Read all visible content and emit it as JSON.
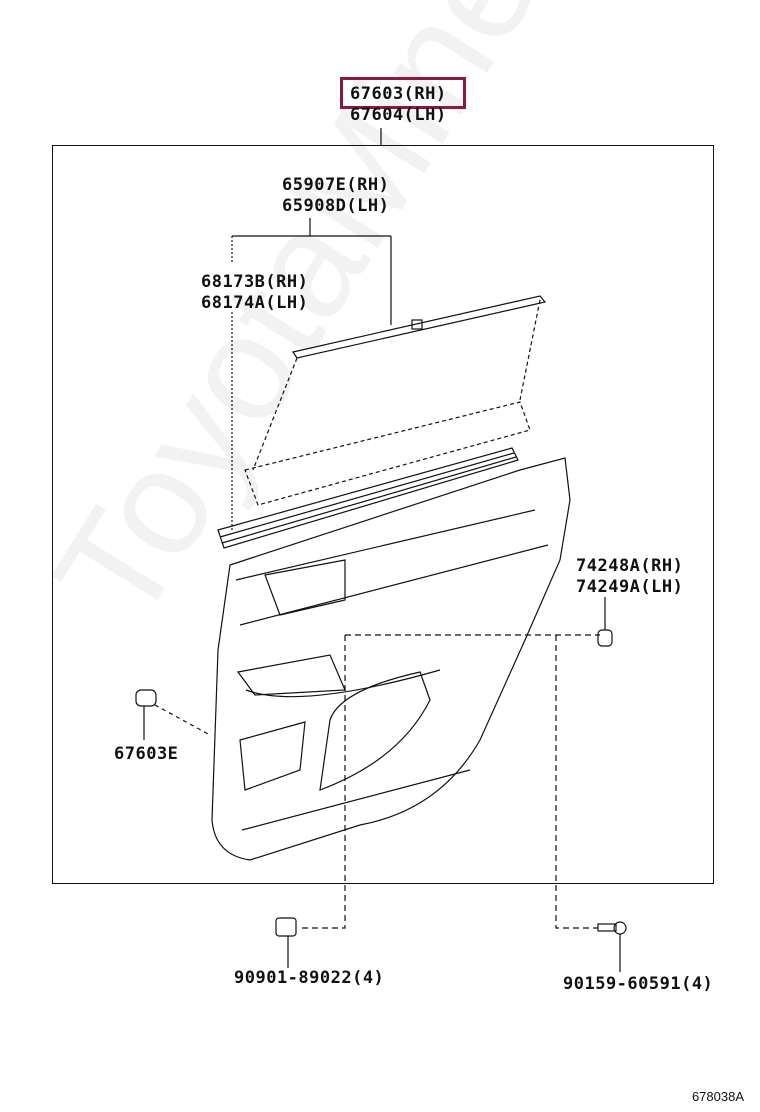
{
  "diagram": {
    "figure_id": "678038A",
    "watermark": "ToyotaMine.ru",
    "highlight_color": "#8b1a3a",
    "parts": [
      {
        "id": "main",
        "lines": [
          "67603(RH)",
          "67604(LH)"
        ],
        "highlighted": true
      },
      {
        "id": "weatherstrip",
        "lines": [
          "65907E(RH)",
          "65908D(LH)"
        ]
      },
      {
        "id": "inner-belt",
        "lines": [
          "68173B(RH)",
          "68174A(LH)"
        ]
      },
      {
        "id": "cover",
        "lines": [
          "74248A(RH)",
          "74249A(LH)"
        ]
      },
      {
        "id": "clip-left",
        "lines": [
          "67603E"
        ]
      },
      {
        "id": "clip-bottom",
        "lines": [
          "90901-89022(4)"
        ]
      },
      {
        "id": "screw",
        "lines": [
          "90159-60591(4)"
        ]
      }
    ]
  }
}
